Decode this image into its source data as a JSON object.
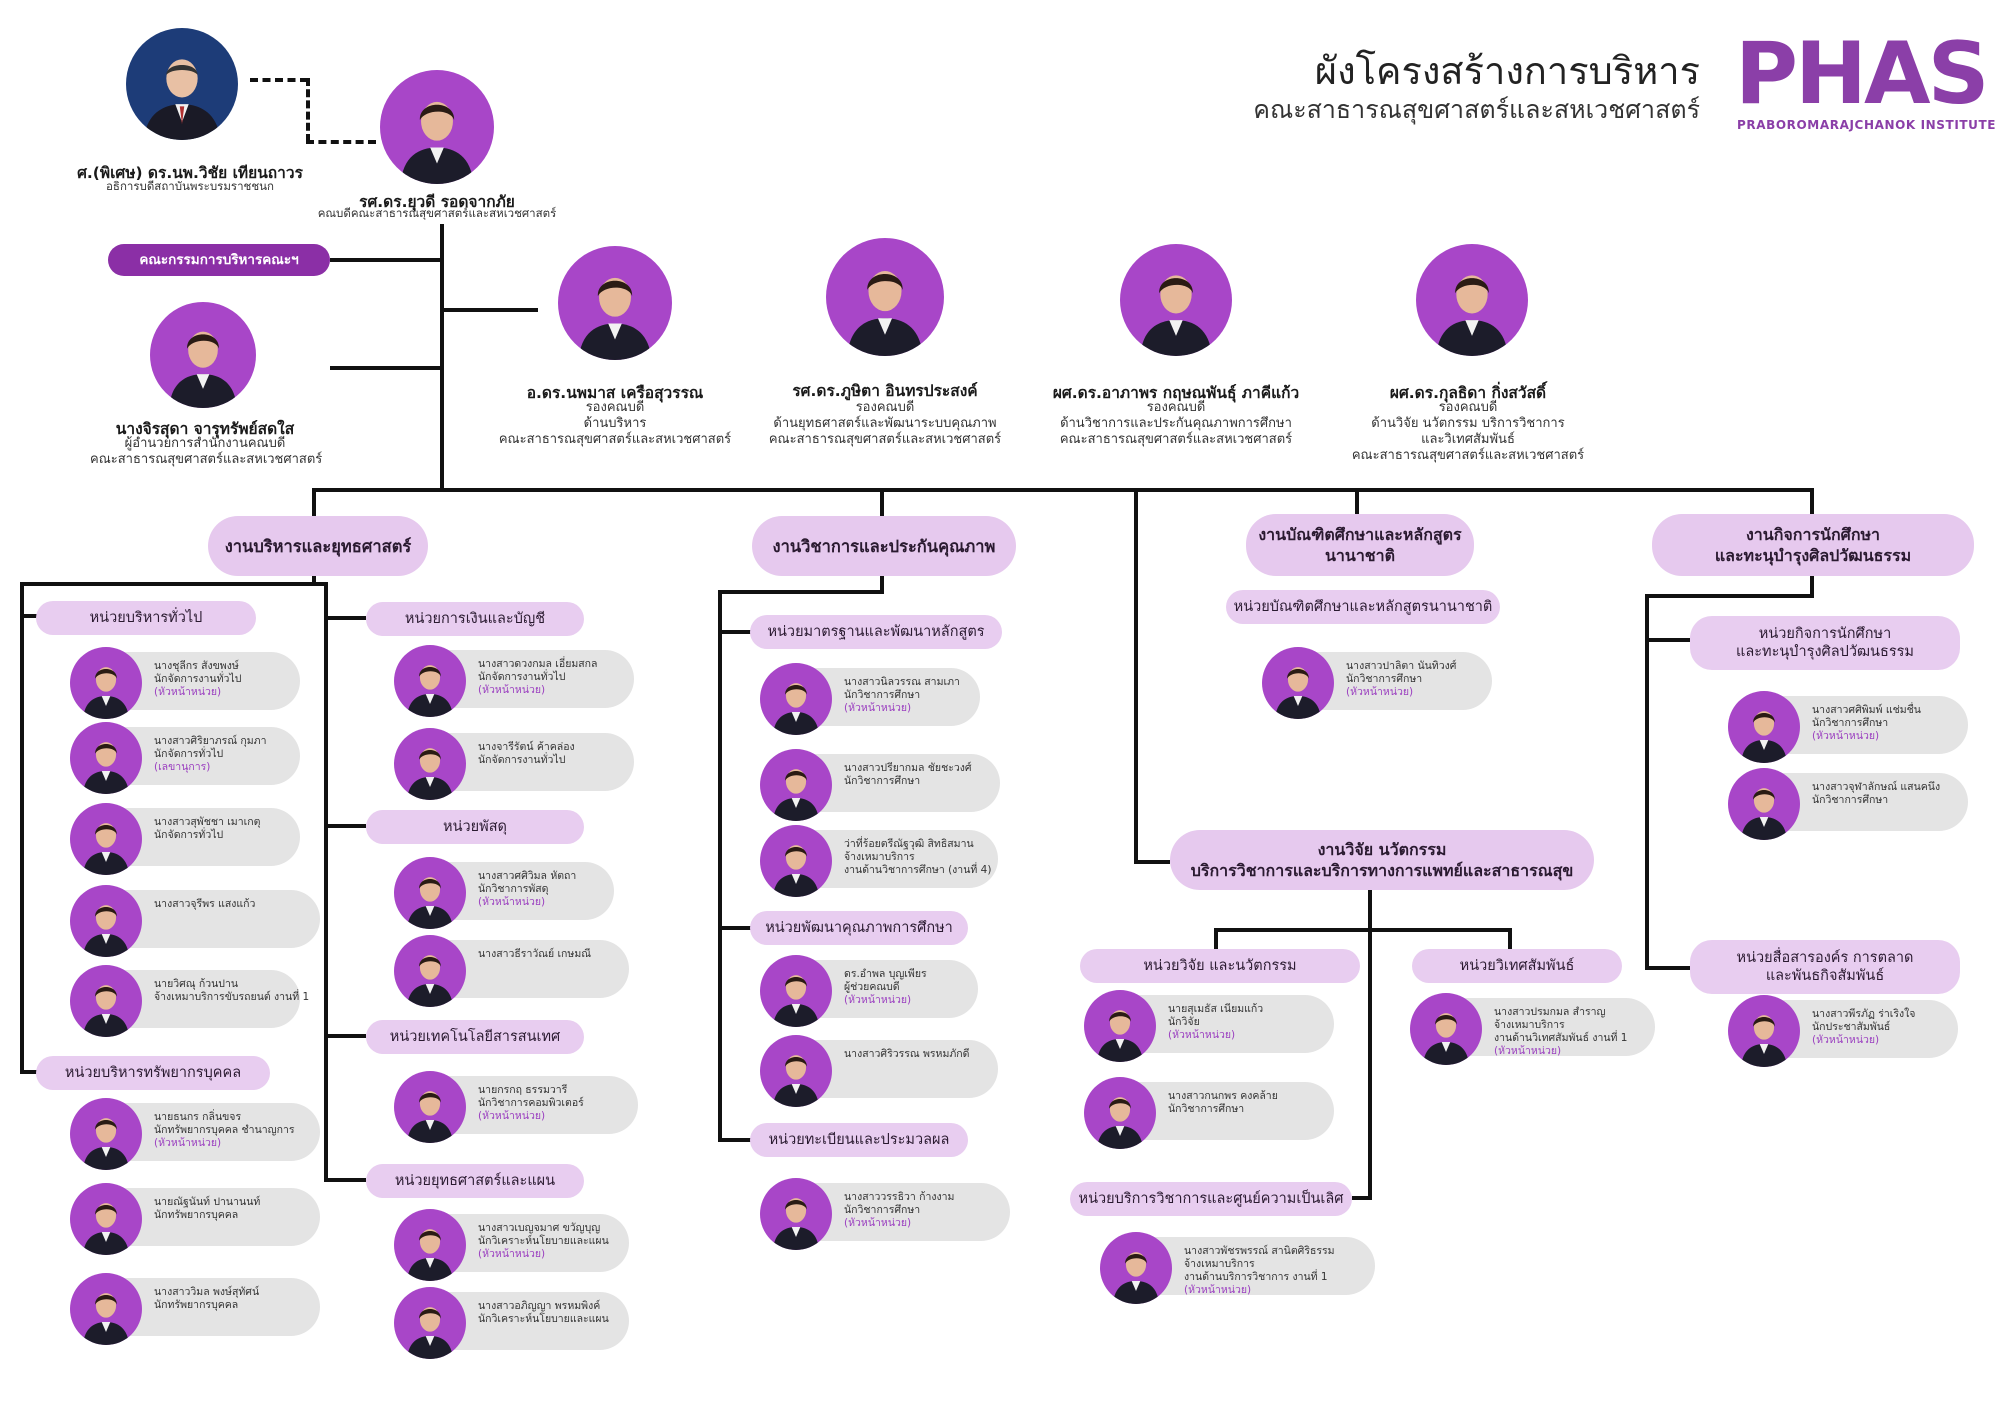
{
  "header": {
    "title": "ผังโครงสร้างการบริหาร",
    "subtitle": "คณะสาธารณสุขศาสตร์และสหเวชศาสตร์",
    "logo_text": "PHAS",
    "logo_sub": "PRABOROMARAJCHANOK INSTITUTE"
  },
  "colors": {
    "accent": "#8b2fa6",
    "pill": "#e6c9ee",
    "card": "#e4e4e4",
    "head_role": "#9b40c0"
  },
  "top": {
    "director": {
      "name": "ศ.(พิเศษ) ดร.นพ.วิชัย เทียนถาวร",
      "role": "อธิการบดีสถาบันพระบรมราชชนก"
    },
    "dean": {
      "name": "รศ.ดร.ยุวดี รอดจากภัย",
      "role": "คณบดีคณะสาธารณสุขศาสตร์และสหเวชศาสตร์"
    },
    "committee": "คณะกรรมการบริหารคณะฯ",
    "office_director": {
      "name": "นางจิรสุดา จารุทรัพย์สดใส",
      "role1": "ผู้อำนวยการสำนักงานคณบดี",
      "role2": "คณะสาธารณสุขศาสตร์และสหเวชศาสตร์"
    }
  },
  "vice_deans": [
    {
      "name": "อ.ดร.นพมาส เครือสุวรรณ",
      "l1": "รองคณบดี",
      "l2": "ด้านบริหาร",
      "l3": "คณะสาธารณสุขศาสตร์และสหเวชศาสตร์",
      "l4": ""
    },
    {
      "name": "รศ.ดร.ภูษิตา อินทรประสงค์",
      "l1": "รองคณบดี",
      "l2": "ด้านยุทธศาสตร์และพัฒนาระบบคุณภาพ",
      "l3": "คณะสาธารณสุขศาสตร์และสหเวชศาสตร์",
      "l4": ""
    },
    {
      "name": "ผศ.ดร.อาภาพร กฤษณพันธุ์ ภาคีแก้ว",
      "l1": "รองคณบดี",
      "l2": "ด้านวิชาการและประกันคุณภาพการศึกษา",
      "l3": "คณะสาธารณสุขศาสตร์และสหเวชศาสตร์",
      "l4": ""
    },
    {
      "name": "ผศ.ดร.กุลธิดา กิ่งสวัสดิ์",
      "l1": "รองคณบดี",
      "l2": "ด้านวิจัย นวัตกรรม บริการวิชาการ",
      "l3": "และวิเทศสัมพันธ์",
      "l4": "คณะสาธารณสุขศาสตร์และสหเวชศาสตร์"
    }
  ],
  "divisions": {
    "admin": "งานบริหารและยุทธศาสตร์",
    "academic": "งานวิชาการและประกันคุณภาพ",
    "grad_l1": "งานบัณฑิตศึกษาและหลักสูตร",
    "grad_l2": "นานาชาติ",
    "student_l1": "งานกิจการนักศึกษา",
    "student_l2": "และทะนุบำรุงศิลปวัฒนธรรม",
    "research_l1": "งานวิจัย นวัตกรรม",
    "research_l2": "บริการวิชาการและบริการทางการแพทย์และสาธารณสุข"
  },
  "units": {
    "general": "หน่วยบริหารทั่วไป",
    "hr": "หน่วยบริหารทรัพยากรบุคคล",
    "finance": "หน่วยการเงินและบัญชี",
    "supplies": "หน่วยพัสดุ",
    "it": "หน่วยเทคโนโลยีสารสนเทศ",
    "strategy": "หน่วยยุทธศาสตร์และแผน",
    "curriculum": "หน่วยมาตรฐานและพัฒนาหลักสูตร",
    "quality": "หน่วยพัฒนาคุณภาพการศึกษา",
    "registrar": "หน่วยทะเบียนและประมวลผล",
    "grad": "หน่วยบัณฑิตศึกษาและหลักสูตรนานาชาติ",
    "student_l1": "หน่วยกิจการนักศึกษา",
    "student_l2": "และทะนุบำรุงศิลปวัฒนธรรม",
    "comm_l1": "หน่วยสื่อสารองค์ร การตลาด",
    "comm_l2": "และพันธกิจสัมพันธ์",
    "research": "หน่วยวิจัย และนวัตกรรม",
    "intl": "หน่วยวิเทศสัมพันธ์",
    "service": "หน่วยบริการวิชาการและศูนย์ความเป็นเลิศ"
  },
  "staff": {
    "general": [
      {
        "name": "นางชุลีกร สังขพงษ์",
        "role": "นักจัดการงานทั่วไป",
        "note": "(หัวหน้าหน่วย)",
        "extra": ""
      },
      {
        "name": "นางสาวศิริยาภรณ์ กุมภา",
        "role": "นักจัดการทั่วไป",
        "note": "(เลขานุการ)",
        "extra": ""
      },
      {
        "name": "นางสาวสุพัชชา เมาเกตุ",
        "role": "นักจัดการทั่วไป",
        "note": "",
        "extra": ""
      },
      {
        "name": "นางสาวจุรีพร แสงแก้ว",
        "role": "",
        "note": "",
        "extra": ""
      },
      {
        "name": "นายวิศณุ ก้วนปาน",
        "role": "จ้างเหมาบริการขับรถยนต์ งานที่ 1",
        "note": "",
        "extra": ""
      }
    ],
    "hr": [
      {
        "name": "นายธนกร กลิ่นขจร",
        "role": "นักทรัพยากรบุคคล ชำนาญการ",
        "note": "(หัวหน้าหน่วย)",
        "extra": ""
      },
      {
        "name": "นายณัฐนันท์ ปานานนท์",
        "role": "นักทรัพยากรบุคคล",
        "note": "",
        "extra": ""
      },
      {
        "name": "นางสาววิมล พงษ์สุทัศน์",
        "role": "นักทรัพยากรบุคคล",
        "note": "",
        "extra": ""
      }
    ],
    "finance": [
      {
        "name": "นางสาวดวงกมล เอี่ยมสกล",
        "role": "นักจัดการงานทั่วไป",
        "note": "(หัวหน้าหน่วย)",
        "extra": ""
      },
      {
        "name": "นางจารีรัตน์ ค้าคล่อง",
        "role": "นักจัดการงานทั่วไป",
        "note": "",
        "extra": ""
      }
    ],
    "supplies": [
      {
        "name": "นางสาวศศิวิมล หัตถา",
        "role": "นักวิชาการพัสดุ",
        "note": "(หัวหน้าหน่วย)",
        "extra": ""
      },
      {
        "name": "นางสาวธีราวัณย์ เกษมณี",
        "role": "",
        "note": "",
        "extra": ""
      }
    ],
    "it": [
      {
        "name": "นายกรกฤ ธรรมวารี",
        "role": "นักวิชาการคอมพิวเตอร์",
        "note": "(หัวหน้าหน่วย)",
        "extra": ""
      }
    ],
    "strategy": [
      {
        "name": "นางสาวเบญจมาศ ขวัญบุญ",
        "role": "นักวิเคราะห์นโยบายและแผน",
        "note": "(หัวหน้าหน่วย)",
        "extra": ""
      },
      {
        "name": "นางสาวอภิญญา พรหมพิงค์",
        "role": "นักวิเคราะห์นโยบายและแผน",
        "note": "",
        "extra": ""
      }
    ],
    "curriculum": [
      {
        "name": "นางสาวนิลวรรณ สามเภา",
        "role": "นักวิชาการศึกษา",
        "note": "(หัวหน้าหน่วย)",
        "extra": ""
      },
      {
        "name": "นางสาวปรียากมล ชัยชะวงศ์",
        "role": "นักวิชาการศึกษา",
        "note": "",
        "extra": ""
      },
      {
        "name": "ว่าที่ร้อยตรีณัฐวุฒิ สิทธิสมาน",
        "role": "จ้างเหมาบริการ",
        "note": "",
        "extra": "งานด้านวิชาการศึกษา (งานที่ 4)"
      }
    ],
    "quality": [
      {
        "name": "ดร.อำพล บุญเพียร",
        "role": "ผู้ช่วยคณบดี",
        "note": "(หัวหน้าหน่วย)",
        "extra": ""
      },
      {
        "name": "นางสาวศิริวรรณ พรหมภักดี",
        "role": "",
        "note": "",
        "extra": ""
      }
    ],
    "registrar": [
      {
        "name": "นางสาววรรธิวา ก้างงาม",
        "role": "นักวิชาการศึกษา",
        "note": "(หัวหน้าหน่วย)",
        "extra": ""
      }
    ],
    "grad": [
      {
        "name": "นางสาวปาลิตา นันทิวงศ์",
        "role": "นักวิชาการศึกษา",
        "note": "(หัวหน้าหน่วย)",
        "extra": ""
      }
    ],
    "student": [
      {
        "name": "นางสาวศศิพิมพ์ แช่มชื่น",
        "role": "นักวิชาการศึกษา",
        "note": "(หัวหน้าหน่วย)",
        "extra": ""
      },
      {
        "name": "นางสาวจุฬาลักษณ์ แสนคนึง",
        "role": "นักวิชาการศึกษา",
        "note": "",
        "extra": ""
      }
    ],
    "comm": [
      {
        "name": "นางสาวพีรภัฏ ร่าเริงใจ",
        "role": "นักประชาสัมพันธ์",
        "note": "(หัวหน้าหน่วย)",
        "extra": ""
      }
    ],
    "research": [
      {
        "name": "นายสุเมธัส เนียมแก้ว",
        "role": "นักวิจัย",
        "note": "(หัวหน้าหน่วย)",
        "extra": ""
      },
      {
        "name": "นางสาวกนกพร คงคล้าย",
        "role": "นักวิชาการศึกษา",
        "note": "",
        "extra": ""
      }
    ],
    "intl": [
      {
        "name": "นางสาวปรมกมล สำราญ",
        "role": "จ้างเหมาบริการ",
        "note": "(หัวหน้าหน่วย)",
        "extra": "งานด้านวิเทศสัมพันธ์ งานที่ 1"
      }
    ],
    "service": [
      {
        "name": "นางสาวพัชรพรรณ์ สานิตศิริธรรม",
        "role": "จ้างเหมาบริการ",
        "note": "(หัวหน้าหน่วย)",
        "extra": "งานด้านบริการวิชาการ งานที่ 1"
      }
    ]
  }
}
